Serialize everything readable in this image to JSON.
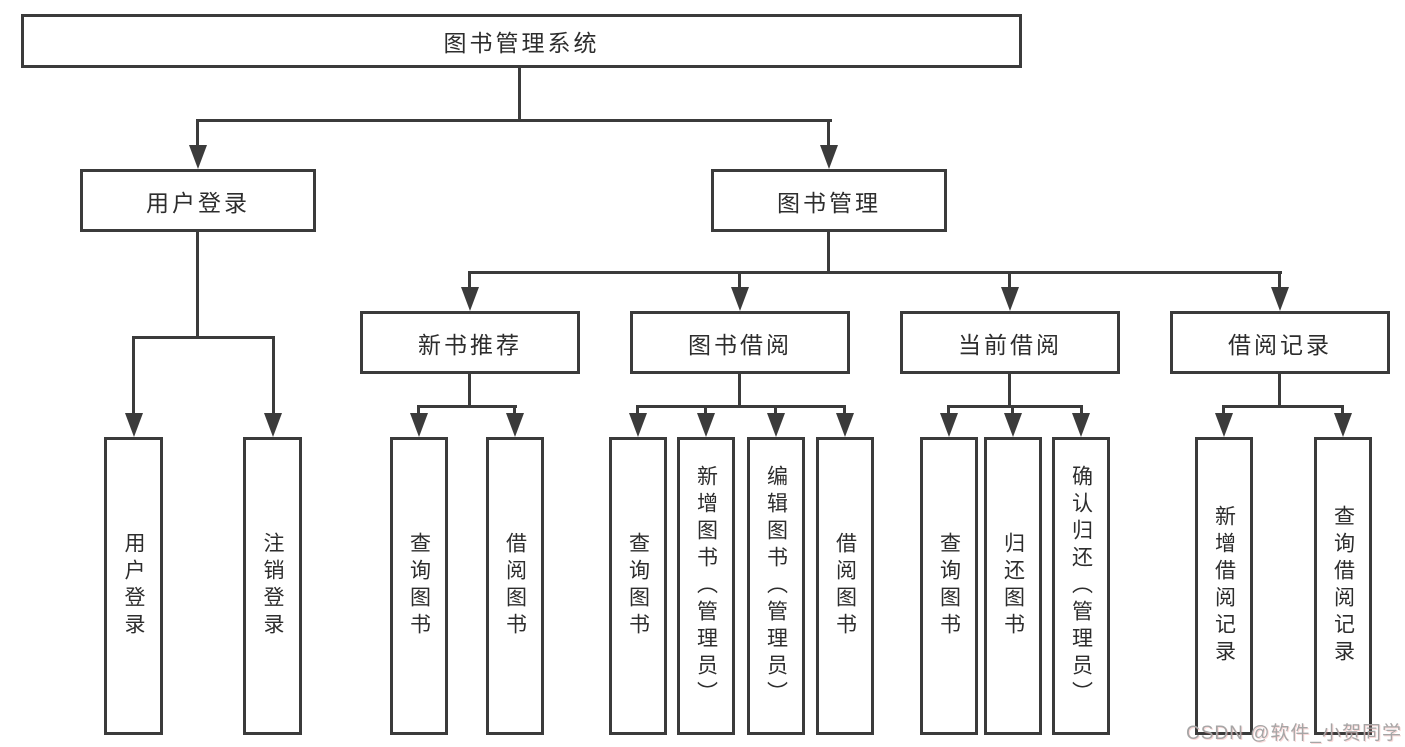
{
  "colors": {
    "line": "#3b3b3b",
    "text": "#2d2d2d",
    "box_background": "#ffffff",
    "watermark": "#a6a6a6"
  },
  "diagram": {
    "root": {
      "label": "图书管理系统"
    },
    "level2": [
      {
        "label": "用户登录"
      },
      {
        "label": "图书管理"
      }
    ],
    "level3": [
      {
        "label": "新书推荐"
      },
      {
        "label": "图书借阅"
      },
      {
        "label": "当前借阅"
      },
      {
        "label": "借阅记录"
      }
    ],
    "leaves": {
      "user_login": [
        {
          "label": "用户登录"
        },
        {
          "label": "注销登录"
        }
      ],
      "new_book_recommend": [
        {
          "label": "查询图书"
        },
        {
          "label": "借阅图书"
        }
      ],
      "book_borrow": [
        {
          "label": "查询图书"
        },
        {
          "label": "新增图书（管理员）"
        },
        {
          "label": "编辑图书（管理员）"
        },
        {
          "label": "借阅图书"
        }
      ],
      "current_borrow": [
        {
          "label": "查询图书"
        },
        {
          "label": "归还图书"
        },
        {
          "label": "确认归还（管理员）"
        }
      ],
      "borrow_record": [
        {
          "label": "新增借阅记录"
        },
        {
          "label": "查询借阅记录"
        }
      ]
    }
  },
  "watermark": {
    "text": "CSDN @软件_小贺同学"
  }
}
